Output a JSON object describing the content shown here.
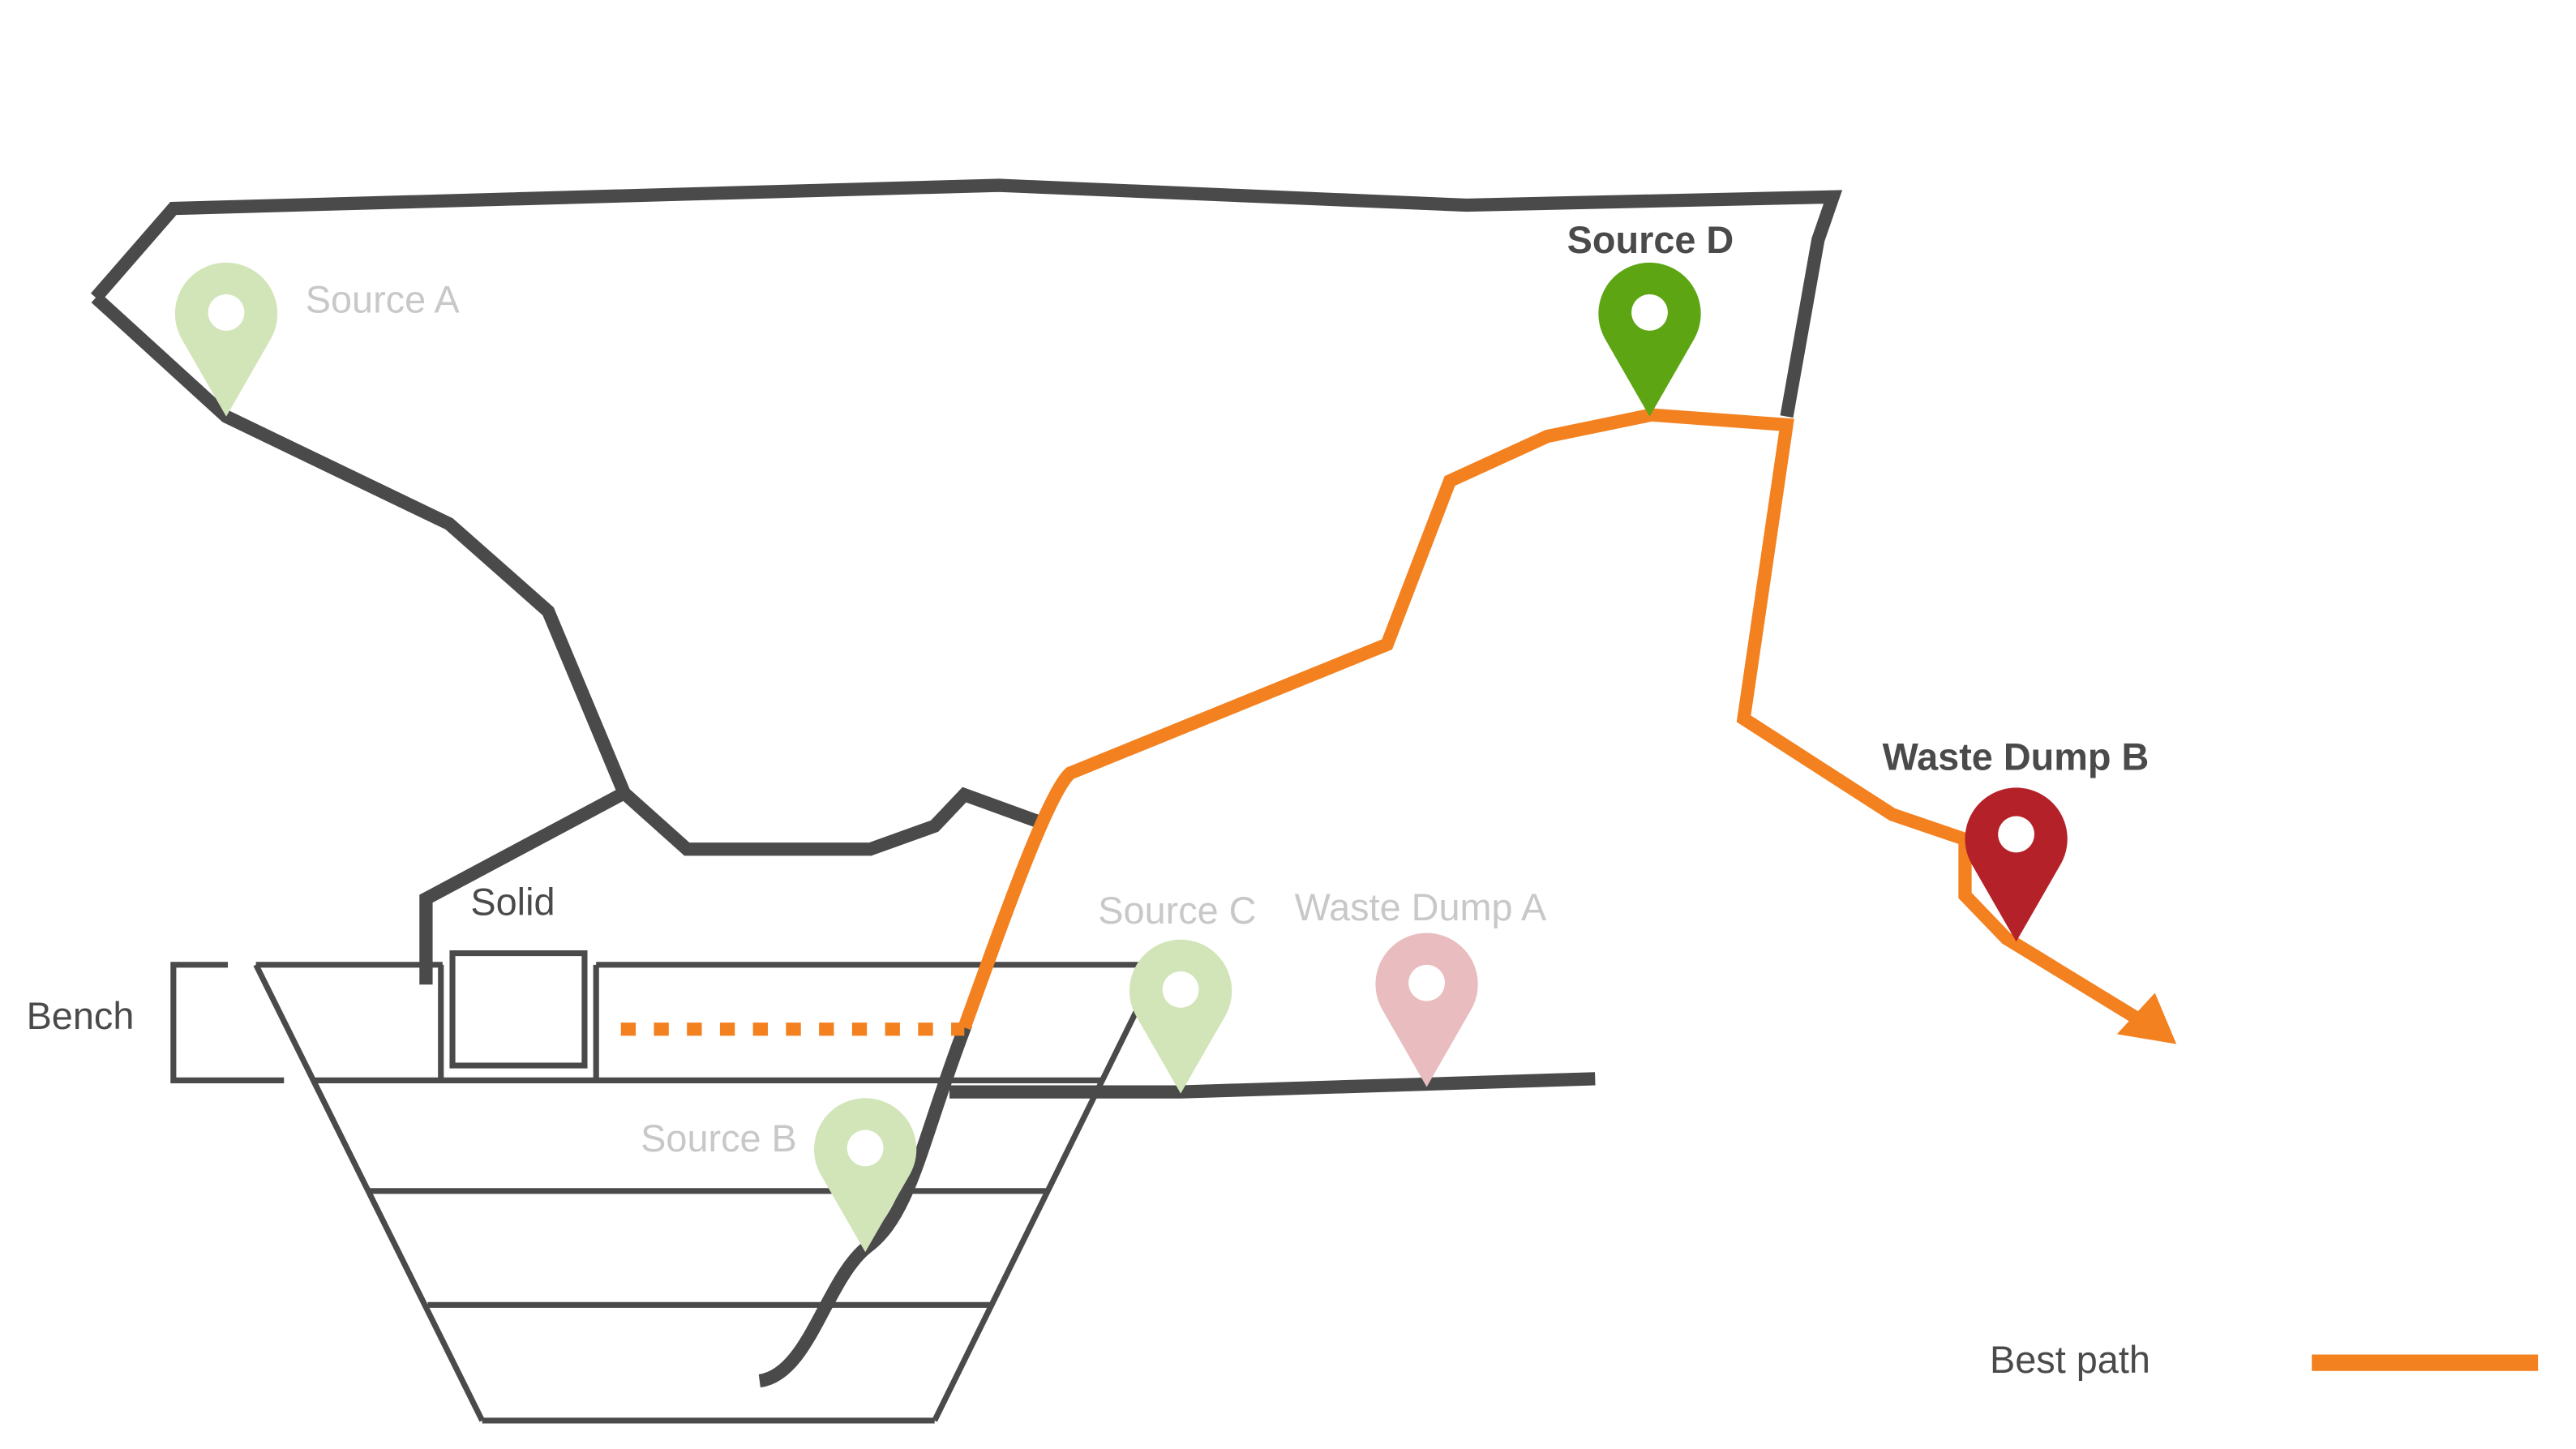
{
  "labels": {
    "source_a": "Source A",
    "source_b": "Source B",
    "source_c": "Source C",
    "source_d": "Source D",
    "waste_dump_a": "Waste Dump A",
    "waste_dump_b": "Waste Dump B",
    "solid": "Solid",
    "bench": "Bench"
  },
  "legend": {
    "best_path_label": "Best path",
    "best_path_color": "#f38120"
  },
  "colors": {
    "road": "#4a4a4a",
    "source_active": "#5ea514",
    "source_inactive": "#d2e5b9",
    "dump_active": "#b52129",
    "dump_inactive": "#e9bdbf"
  }
}
